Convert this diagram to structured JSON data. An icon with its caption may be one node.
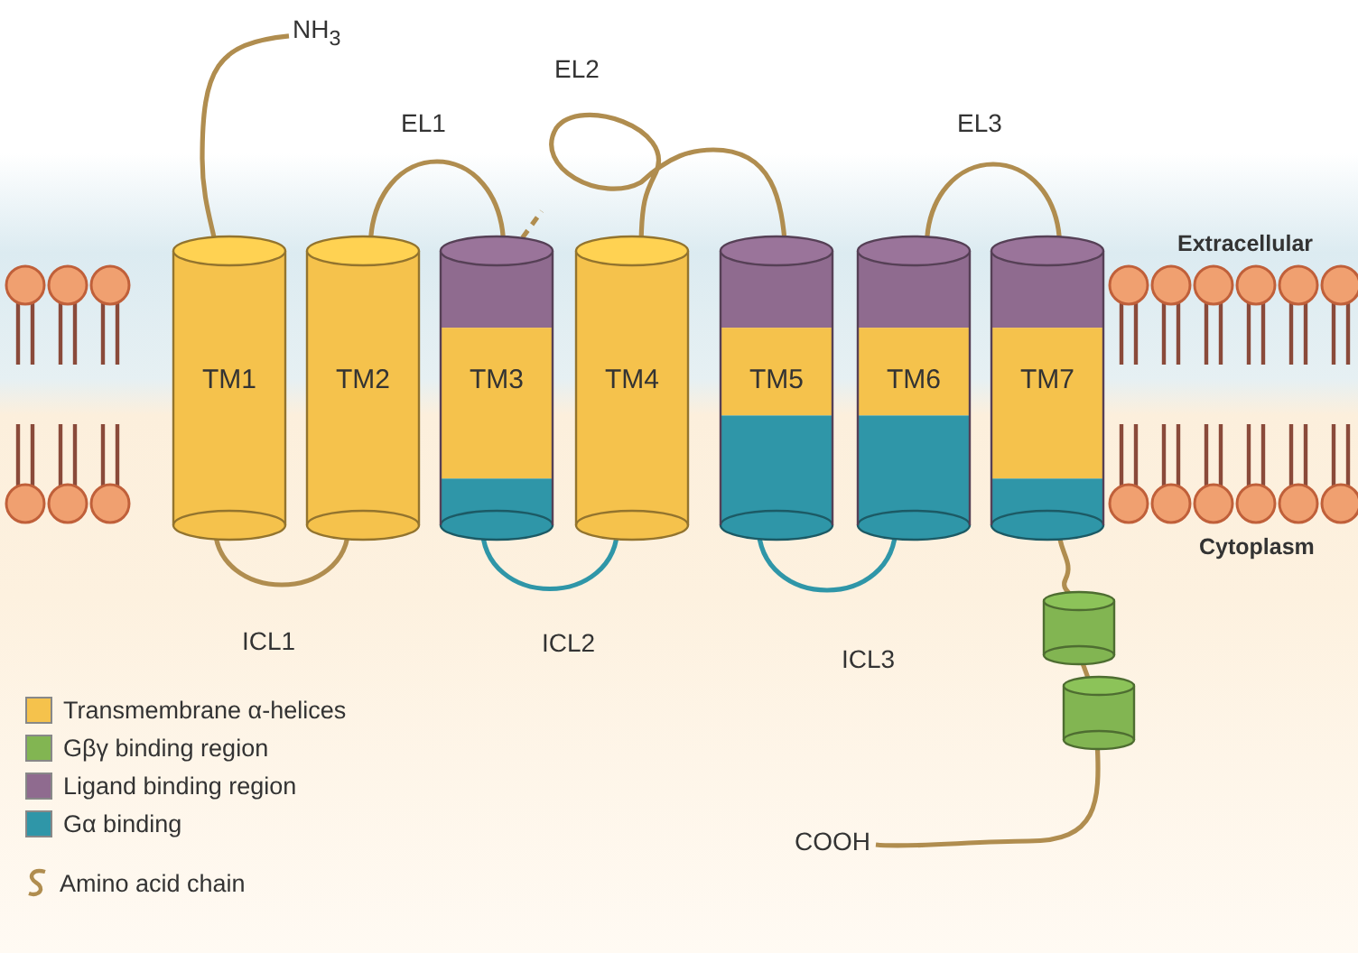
{
  "diagram": {
    "nodes": [
      {
        "text": [
          "NH$_{3}$"
        ]
      },
      {
        "text": [
          "TM1"
        ]
      },
      {
        "text": [
          "TM2"
        ]
      },
      {
        "text": [
          "TM3"
        ]
      },
      {
        "text": [
          "TM4"
        ]
      },
      {
        "text": [
          "TM5"
        ]
      },
      {
        "text": [
          "TM6"
        ]
      },
      {
        "text": [
          "TM7"
        ]
      },
      {
        "text": [],
        "shape": "cylinder"
      },
      {
        "text": [],
        "shape": "cylinder"
      },
      {
        "text": [
          "COOH"
        ]
      }
    ],
    "edges": [
      {
        "from": 0,
        "to": 1,
        "arrow": "none"
      },
      {
        "from": 1,
        "to": 2,
        "arrow": "none",
        "label": "ICL1"
      },
      {
        "from": 2,
        "to": 3,
        "arrow": "none",
        "label": "EL1"
      },
      {
        "from": 3,
        "to": 4,
        "arrow": "none",
        "label": "ICL2",
        "color": "#2f96a8"
      },
      {
        "from": 4,
        "to": 5,
        "arrow": "none",
        "label": "EL2"
      },
      {
        "from": 3,
        "to": null,
        "arrow": "none",
        "style": "dashed"
      },
      {
        "from": 5,
        "to": 6,
        "arrow": "none",
        "label": "ICL3",
        "color": "#2f96a8"
      },
      {
        "from": 6,
        "to": 7,
        "arrow": "none",
        "label": "EL3"
      },
      {
        "from": 7,
        "to": 8,
        "arrow": "none"
      },
      {
        "from": 8,
        "to": 9,
        "arrow": "none"
      },
      {
        "from": 9,
        "to": 10,
        "arrow": "none"
      }
    ],
    "labels": [
      "Extracellular",
      "Cytoplasm"
    ],
    "legend": [
      {
        "text": "Transmembrane α-helices",
        "color": "#f5c24c"
      },
      {
        "text": "Gβγ binding region",
        "color": "#82b552"
      },
      {
        "text": "Ligand binding region",
        "color": "#8f6b8f"
      },
      {
        "text": "Gα binding",
        "color": "#2f96a8"
      },
      {
        "text": "Amino acid chain"
      }
    ]
  }
}
